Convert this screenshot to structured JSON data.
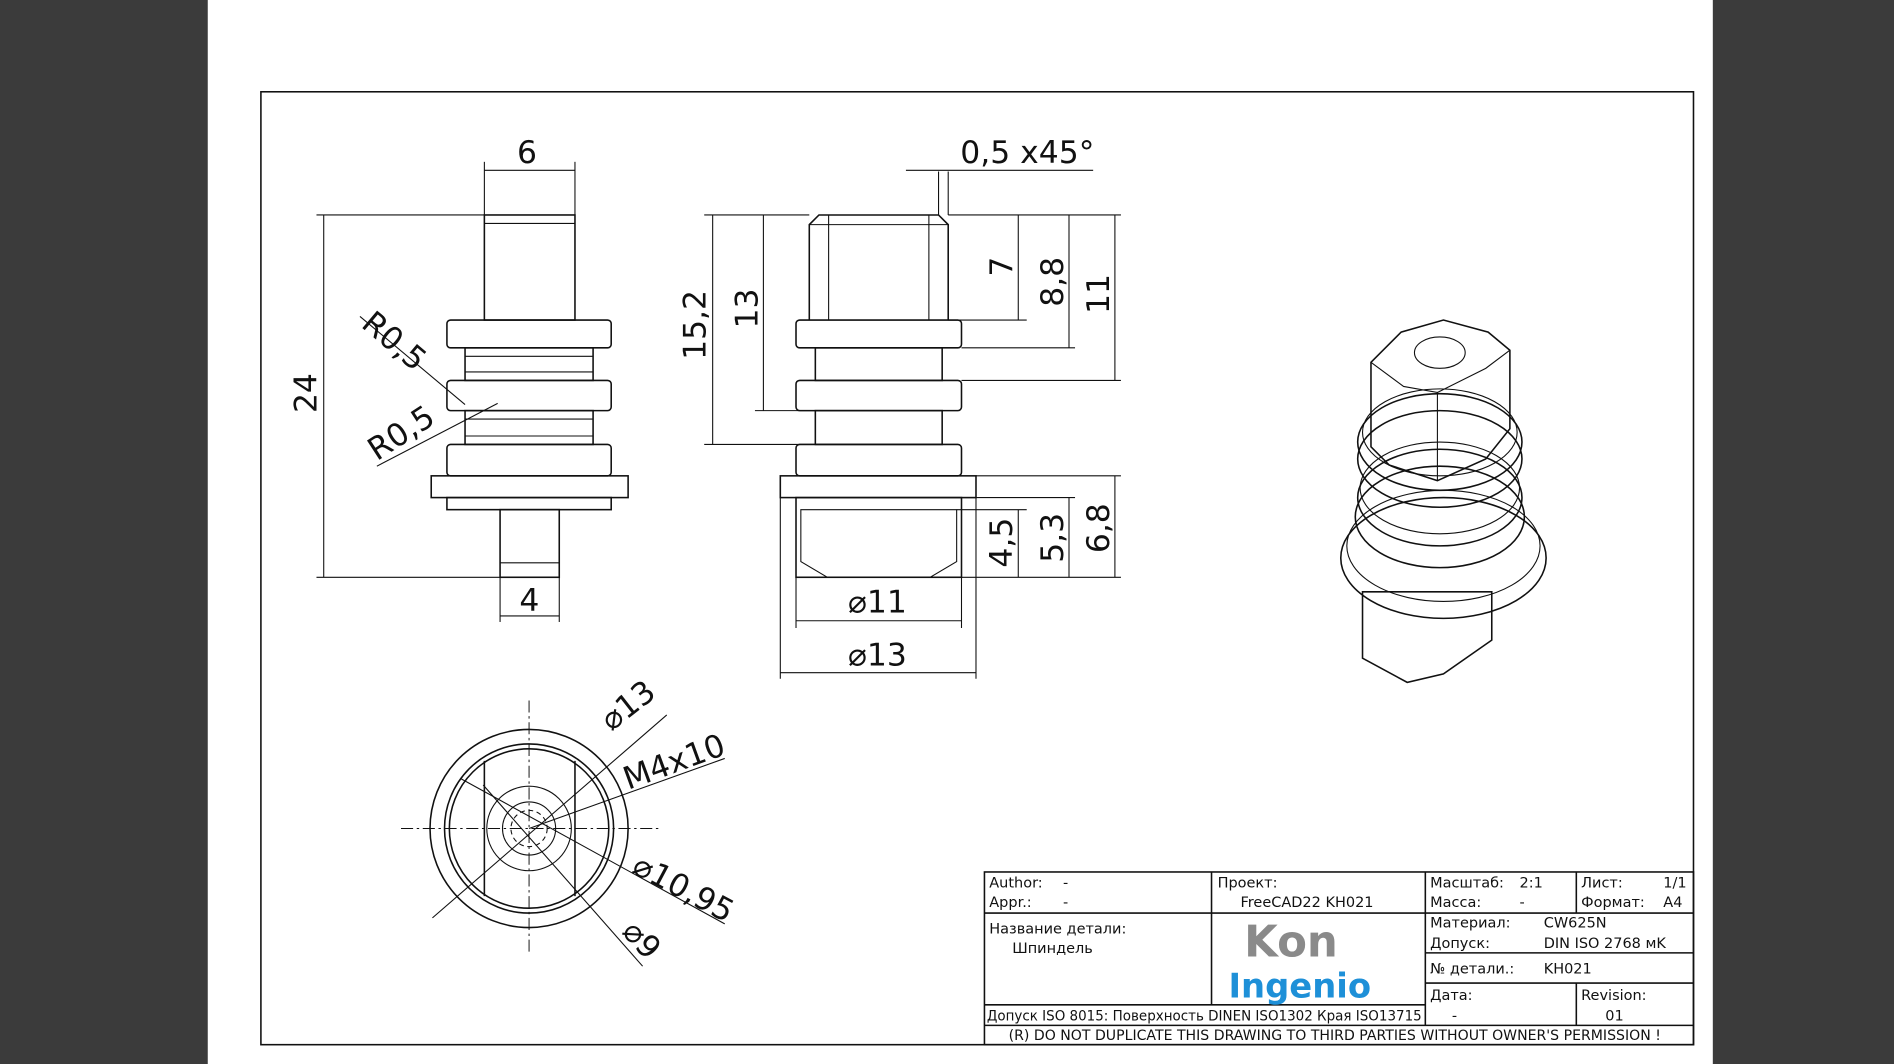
{
  "dimensions": {
    "front_width_top": "6",
    "front_height": "24",
    "radius_upper": "R0,5",
    "radius_lower": "R0,5",
    "front_pin_width": "4",
    "chamfer": "0,5 x45°",
    "side_h_15_2": "15,2",
    "side_h_13": "13",
    "side_h_7": "7",
    "side_h_8_8": "8,8",
    "side_h_11": "11",
    "side_h_4_5": "4,5",
    "side_h_5_3": "5,3",
    "side_h_6_8": "6,8",
    "side_d11": "⌀11",
    "side_d13": "⌀13",
    "top_d13": "⌀13",
    "top_thread": "M4x10",
    "top_d10_95": "⌀10,95",
    "top_d9": "⌀9"
  },
  "title_block": {
    "author_label": "Author:",
    "author": "-",
    "appr_label": "Appr.:",
    "appr": "-",
    "project_label": "Проект:",
    "project": "FreeCAD22 KH021",
    "scale_label": "Масштаб:",
    "scale": "2:1",
    "mass_label": "Масса:",
    "mass": "-",
    "sheet_label": "Лист:",
    "sheet": "1/1",
    "format_label": "Формат:",
    "format": "A4",
    "part_name_label": "Название детали:",
    "part_name": "Шпиндель",
    "logo_top": "Kon",
    "logo_bottom": "Ingenio",
    "material_label": "Материал:",
    "material": "CW625N",
    "tolerance_label": "Допуск:",
    "tolerance": "DIN ISO 2768 мK",
    "part_no_label": "№ детали.:",
    "part_no": "KH021",
    "date_label": "Дата:",
    "date": "-",
    "revision_label": "Revision:",
    "revision": "01",
    "standards": "Допуск ISO 8015: Поверхность DINEN ISO1302 Края ISO13715",
    "copyright": "(R) DO NOT DUPLICATE THIS DRAWING TO THIRD PARTIES WITHOUT OWNER'S PERMISSION !"
  },
  "colors": {
    "logo_gray": "#8a8a8a",
    "logo_blue": "#1e90d8"
  }
}
